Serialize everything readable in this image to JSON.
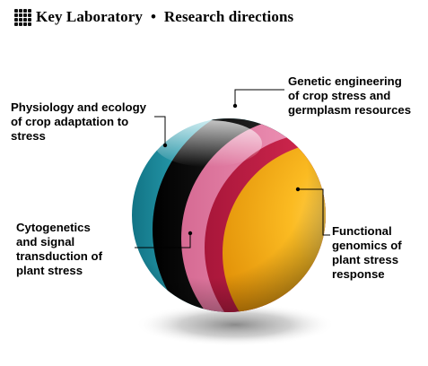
{
  "header": {
    "grid_icon": "grid-icon",
    "title": "Key Laboratory",
    "separator": "•",
    "subtitle": "Research directions"
  },
  "labels": {
    "physiology": "Physiology and ecology\nof crop adaptation to\nstress",
    "genetic": "Genetic engineering\nof crop stress and\ngermplasm resources",
    "cytogenetics": "Cytogenetics\nand signal\ntransduction of\nplant stress",
    "functional": "Functional\ngenomics of\nplant stress\nresponse"
  },
  "colors": {
    "teal": "#2fa9bd",
    "black": "#1a1a1a",
    "pink": "#ef8fb3",
    "crimson": "#d8284f",
    "yellow": "#f9b31b",
    "shadow": "#8a8a8a"
  }
}
